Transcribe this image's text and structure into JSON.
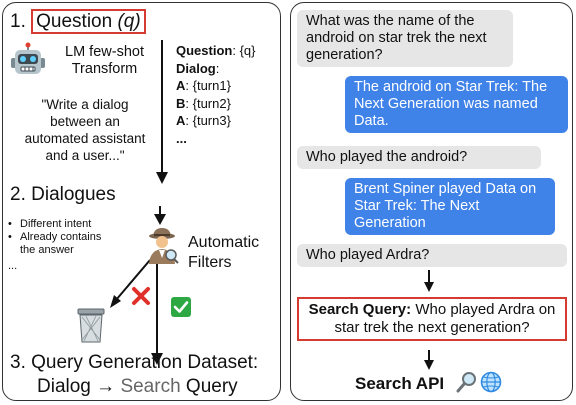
{
  "left": {
    "step1_num": "1.",
    "step1_label": "Question",
    "step1_var": "(q)",
    "transform_line1": "LM few-shot",
    "transform_line2": "Transform",
    "prompt_quote": "\"Write a dialog between an automated assistant and a user...\"",
    "template": {
      "question_key": "Question",
      "question_val": ": {q}",
      "dialog_key": "Dialog",
      "dialog_colon": ":",
      "turns": [
        {
          "speaker": "A",
          "text": ": {turn1}"
        },
        {
          "speaker": "B",
          "text": ": {turn2}"
        },
        {
          "speaker": "A",
          "text": ": {turn3}"
        }
      ],
      "ellipsis": "..."
    },
    "step2": "2. Dialogues",
    "filter_reasons": [
      "Different intent",
      "Already contains the answer"
    ],
    "filter_ellipsis": "...",
    "filters_line1": "Automatic",
    "filters_line2": "Filters",
    "step3_line1": "3. Query Generation Dataset:",
    "step3_dialog": "Dialog",
    "step3_arrow": "→",
    "step3_search": "Search",
    "step3_query": "Query",
    "colors": {
      "reject": "#e0302a",
      "accept": "#2ea843",
      "highlight": "#d63b32"
    },
    "icons": [
      "robot-icon",
      "detective-icon",
      "trash-can-icon",
      "red-x-icon",
      "green-check-icon"
    ]
  },
  "right": {
    "messages": [
      {
        "role": "user",
        "text": "What was the name of the android on star trek the next generation?"
      },
      {
        "role": "assistant",
        "text": "The android on Star Trek: The Next Generation was named Data."
      },
      {
        "role": "user",
        "text": "Who played the android?"
      },
      {
        "role": "assistant",
        "text": "Brent Spiner played Data on Star Trek: The Next Generation"
      },
      {
        "role": "user",
        "text": "Who played Ardra?"
      }
    ],
    "search_query_label": "Search Query:",
    "search_query_text": "Who played Ardra on star trek the next generation?",
    "search_api": "Search API",
    "icons": [
      "magnifier-icon",
      "globe-icon"
    ],
    "colors": {
      "user_bubble": "#e6e6e6",
      "assistant_bubble": "#3f82e8"
    }
  }
}
